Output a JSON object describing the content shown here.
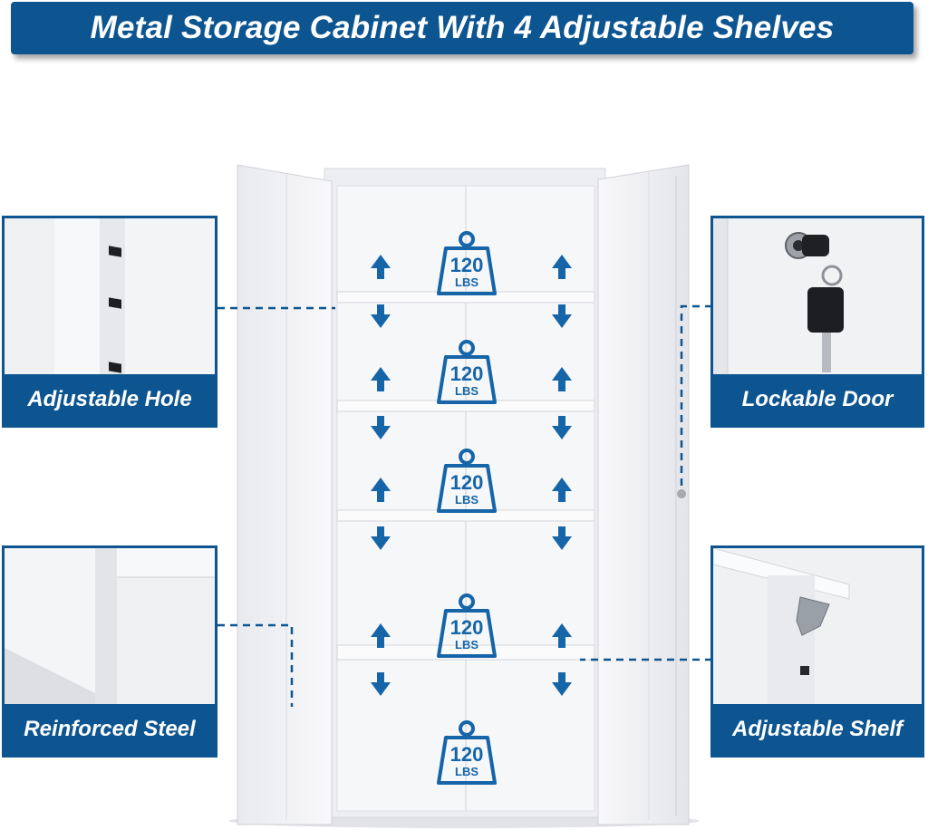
{
  "title": "Metal Storage Cabinet With 4 Adjustable Shelves",
  "colors": {
    "brand": "#0c5591",
    "accent": "#1565a8",
    "cabinet": "#f3f4f6"
  },
  "callouts": {
    "top_left": "Adjustable Hole",
    "top_right": "Lockable Door",
    "bottom_left": "Reinforced Steel",
    "bottom_right": "Adjustable Shelf"
  },
  "shelf_capacity": {
    "value": "120",
    "unit": "LBS"
  },
  "icons": [
    "weight-icon",
    "arrow-up-icon",
    "arrow-down-icon",
    "key-icon"
  ]
}
